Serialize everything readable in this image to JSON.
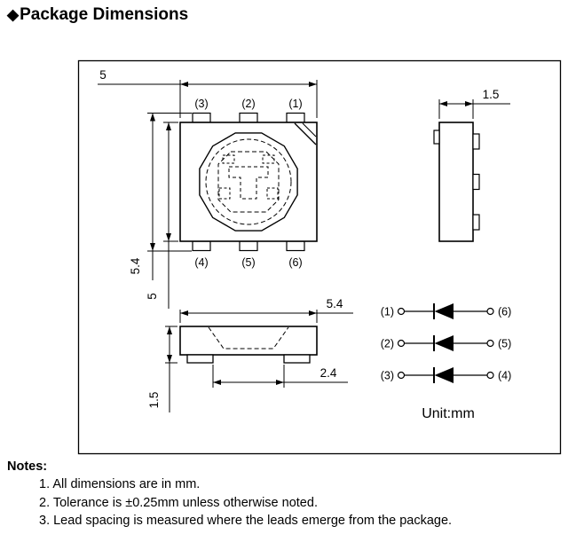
{
  "title": {
    "bullet": "◆",
    "text": "Package Dimensions"
  },
  "top_view": {
    "pins_top": [
      "(3)",
      "(2)",
      "(1)"
    ],
    "pins_bottom": [
      "(4)",
      "(5)",
      "(6)"
    ],
    "dim_width": "5",
    "dim_height_overall": "5.4",
    "dim_height_body": "5"
  },
  "side_view": {
    "dim_thickness": "1.5"
  },
  "front_view": {
    "dim_width_overall": "5.4",
    "dim_lead_span": "2.4",
    "dim_height": "1.5"
  },
  "circuit": {
    "rows": [
      {
        "left": "(1)",
        "right": "(6)"
      },
      {
        "left": "(2)",
        "right": "(5)"
      },
      {
        "left": "(3)",
        "right": "(4)"
      }
    ],
    "unit_label": "Unit:mm"
  },
  "notes": {
    "heading": "Notes:",
    "items": [
      "1. All dimensions are in mm.",
      "2. Tolerance is ±0.25mm unless otherwise noted.",
      "3. Lead spacing is measured where the leads emerge from the package."
    ]
  }
}
